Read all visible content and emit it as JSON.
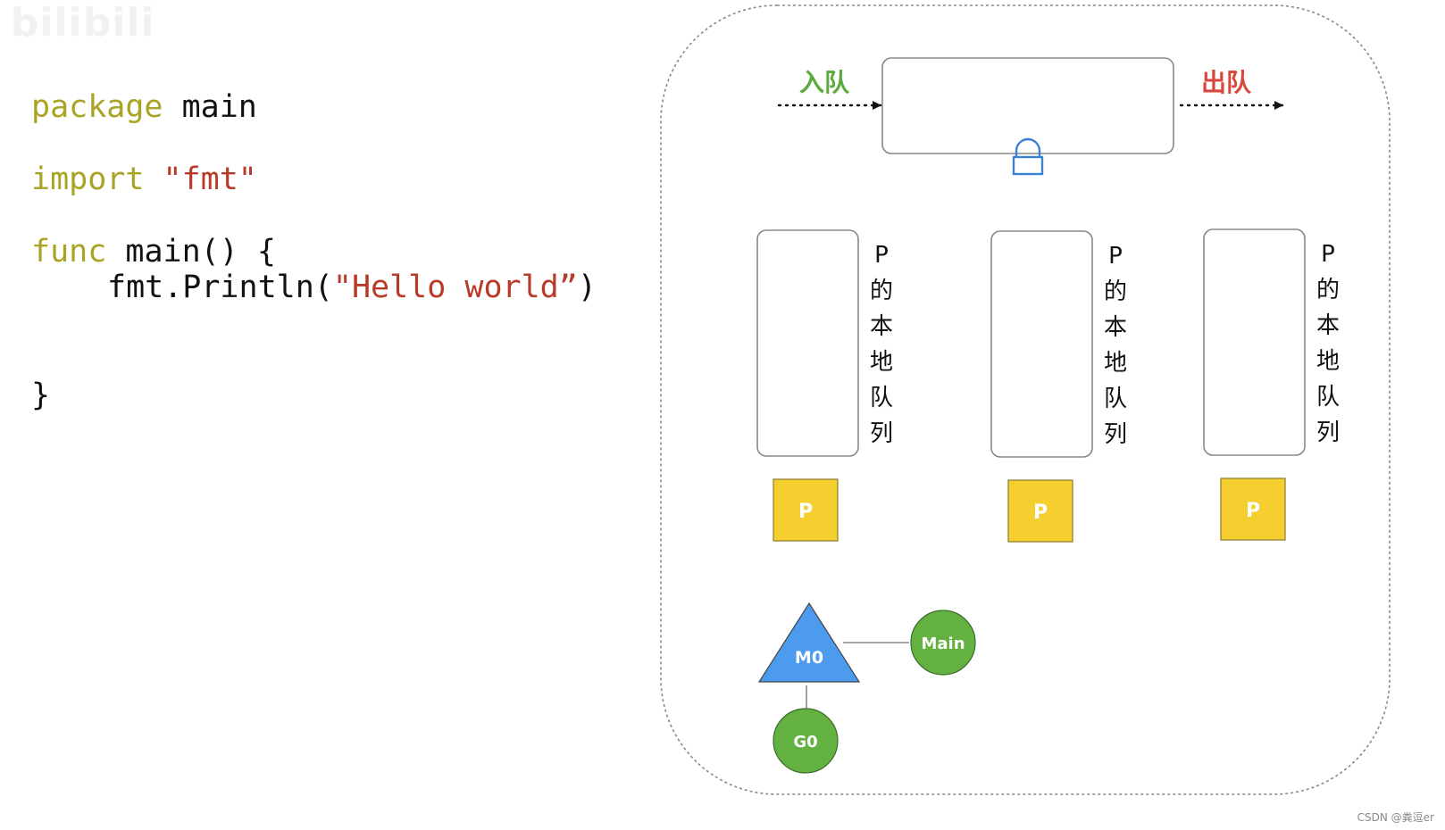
{
  "watermark": "bilibili",
  "credit": "CSDN @粪逗er",
  "code": {
    "line1": {
      "keyword": "package",
      "name": "main"
    },
    "line2": {
      "keyword": "import",
      "string": "\"fmt\""
    },
    "line3": {
      "keyword": "func",
      "rest": "main() {"
    },
    "line4": {
      "call": "fmt.Println(",
      "string": "\"Hello world”",
      "close": ")"
    },
    "line5": {
      "brace": "}"
    }
  },
  "diagram": {
    "enqueue_label": "入队",
    "dequeue_label": "出队",
    "enqueue_color": "#5aaa3c",
    "dequeue_color": "#d9473c",
    "lock_color": "#3b82d6",
    "p_color": "#f4cf2f",
    "m_color": "#4c9bef",
    "g_color": "#63b140",
    "local_queue_chars": [
      "P",
      "的",
      "本",
      "地",
      "队",
      "列"
    ],
    "p_labels": [
      "P",
      "P",
      "P"
    ],
    "m_label": "M0",
    "g0_label": "G0",
    "main_label": "Main"
  }
}
